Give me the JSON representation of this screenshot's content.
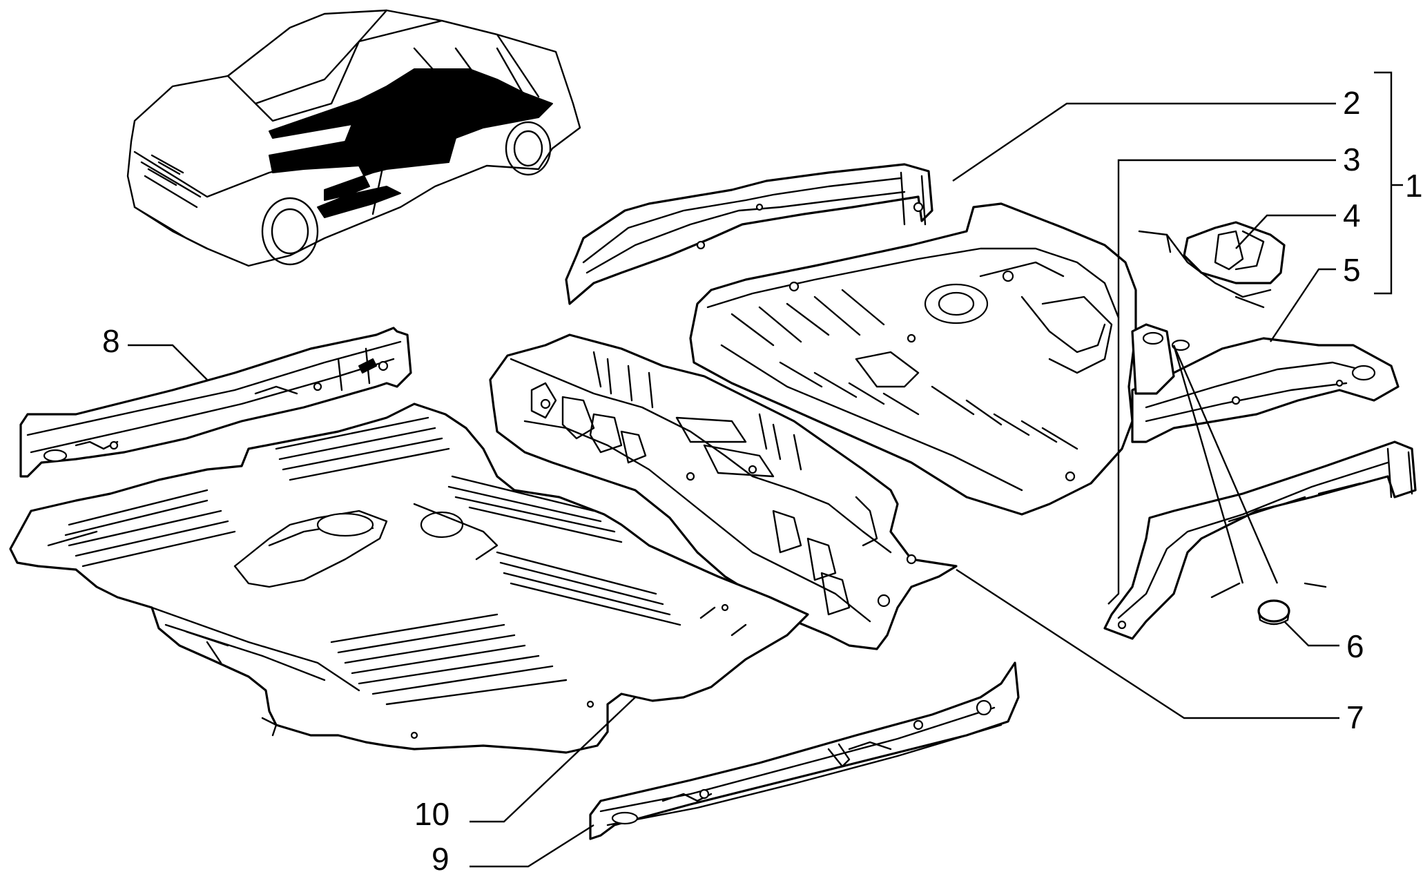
{
  "callouts": {
    "n1": "1",
    "n2": "2",
    "n3": "3",
    "n4": "4",
    "n5": "5",
    "n6": "6",
    "n7": "7",
    "n8": "8",
    "n9": "9",
    "n10": "10"
  }
}
